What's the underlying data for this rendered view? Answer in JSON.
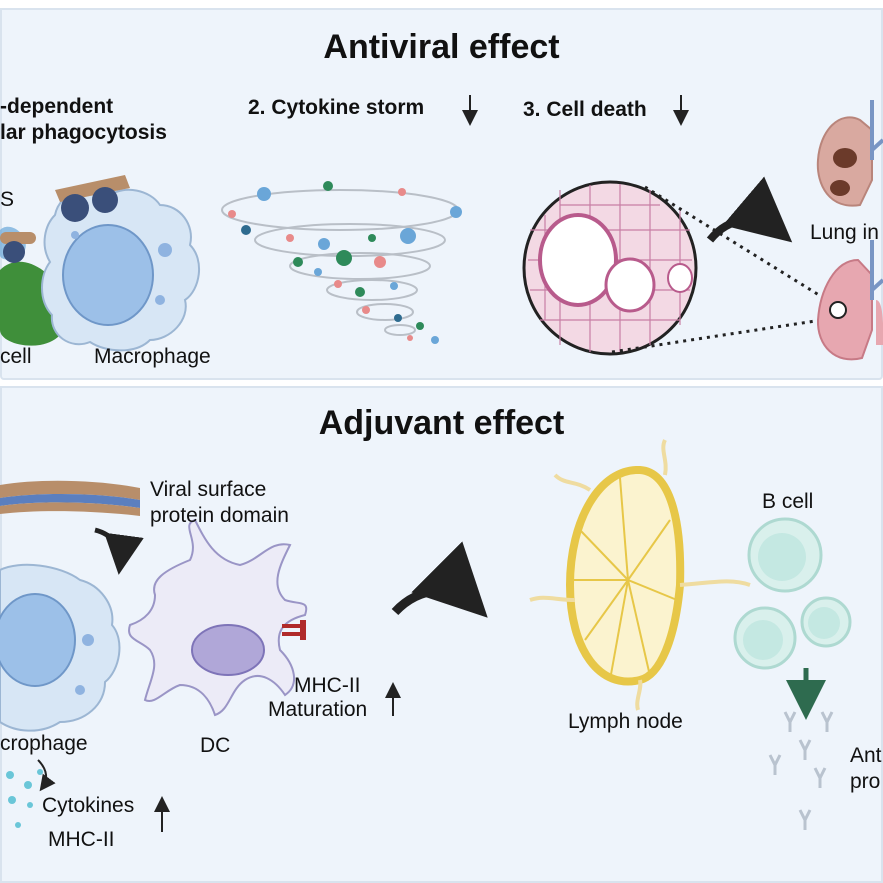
{
  "top": {
    "title": "Antiviral effect",
    "step1_line1": "-dependent",
    "step1_line2": "lar phagocytosis",
    "s_label": "S",
    "cell_label": "cell",
    "macrophage_label": "Macrophage",
    "step2": "2. Cytokine storm",
    "step3": "3. Cell death",
    "lung_label": "Lung in"
  },
  "bottom": {
    "title": "Adjuvant effect",
    "viral_line1": "Viral surface",
    "viral_line2": "protein domain",
    "macrophage_label": "crophage",
    "dc_label": "DC",
    "mhc_label": "MHC-II",
    "maturation_label": "Maturation",
    "cytokines_label": "Cytokines",
    "mhc2_label": "MHC-II",
    "lymph_label": "Lymph node",
    "bcell_label": "B cell",
    "ant_line1": "Ant",
    "ant_line2": "pro"
  },
  "colors": {
    "panel_bg": "#eef4fb",
    "macrophage": "#c9dcef",
    "nucleus": "#8fb3e0",
    "lung": "#e7a7b0",
    "lymph": "#e7c748",
    "bcell": "#bfe5e0",
    "arrow_green": "#2e6b4f"
  }
}
